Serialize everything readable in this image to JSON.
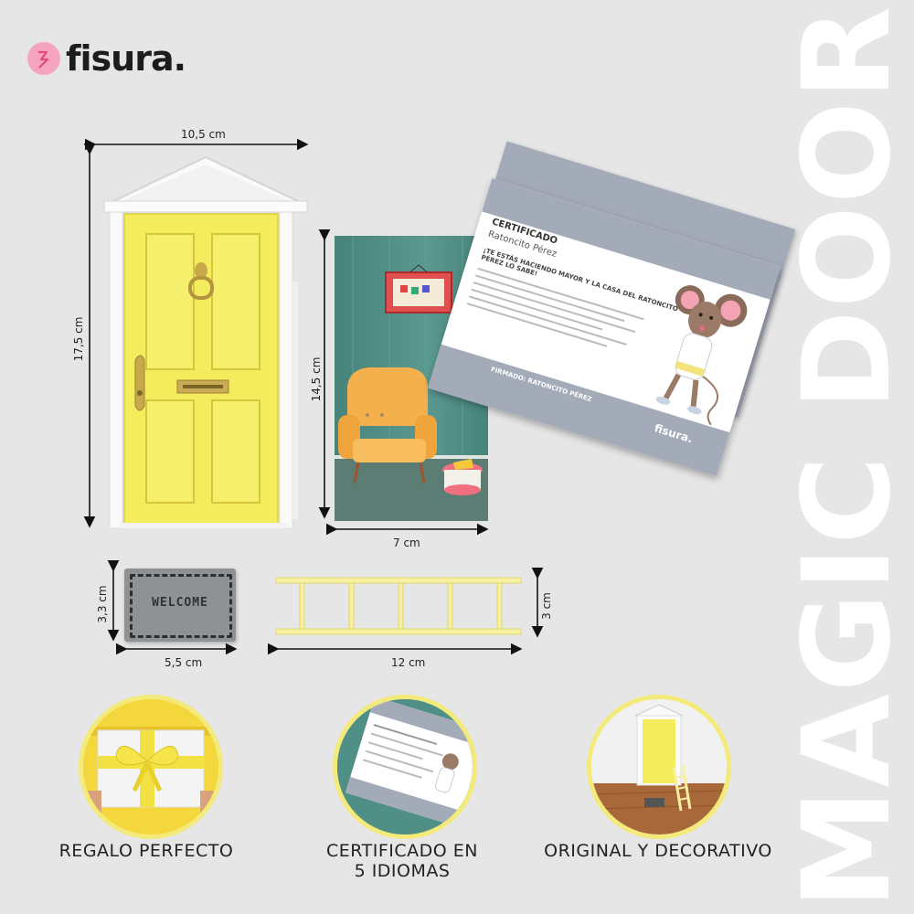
{
  "brand": {
    "name": "fisura."
  },
  "title": "MAGIC DOOR",
  "dimensions": {
    "door_width": "10,5 cm",
    "door_height": "17,5 cm",
    "card_height": "14,5 cm",
    "card_width": "7 cm",
    "mat_height": "3,3 cm",
    "mat_width": "5,5 cm",
    "ladder_height": "3 cm",
    "ladder_width": "12 cm"
  },
  "mat": {
    "label": "WELCOME"
  },
  "certificate": {
    "heading": "CERTIFICADO",
    "subheading": "Ratoncito Pérez",
    "intro": "¡TE ESTÁS HACIENDO MAYOR Y LA CASA DEL RATONCITO PÉREZ LO SABE!",
    "signature": "FIRMADO: RATONCITO PÉREZ",
    "brand": "fisura."
  },
  "features": [
    {
      "label": "REGALO PERFECTO"
    },
    {
      "label_line1": "CERTIFICADO EN",
      "label_line2": "5 IDIOMAS"
    },
    {
      "label": "ORIGINAL Y DECORATIVO"
    }
  ],
  "colors": {
    "background": "#e6e6e6",
    "door_yellow": "#f4ec5c",
    "accent_pink": "#f6a3c2",
    "ring_yellow": "#f3ea7a",
    "wall_teal": "#4f8f86",
    "certificate_band": "#a3aab8"
  }
}
